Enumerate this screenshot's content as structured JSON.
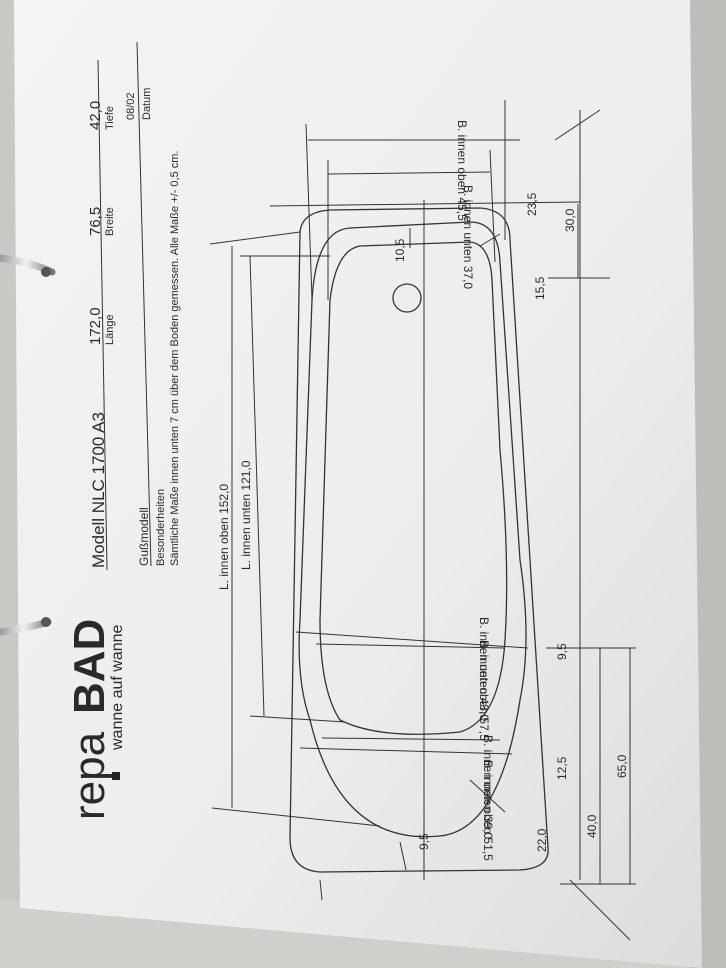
{
  "brand": {
    "logo_light": "repa",
    "logo_bold": "BAD",
    "tagline": "wanne auf wanne"
  },
  "header": {
    "model": "Modell  NLC 1700 A3",
    "length_value": "172,0",
    "length_label": "Länge",
    "width_value": "76,5",
    "width_label": "Breite",
    "depth_value": "42,0",
    "depth_label": "Tiefe",
    "date_value": "08/02",
    "date_label": "Datum",
    "type": "Gußmodell",
    "specials_label": "Besonderheiten",
    "note": "Sämtliche Maße innen unten 7 cm über dem Boden gemessen. Alle Maße +/- 0,5 cm."
  },
  "dimensions": {
    "len_top": "L. innen oben 152,0",
    "len_bottom": "L. innen unten 121,0",
    "w_head_top": "B. innen oben 45,5",
    "w_head_bottom": "B. innen unten 37,0",
    "w_mid_top": "B. innen oben 57,5",
    "w_mid_bottom": "B. innen unten 43,0",
    "w_foot_top": "B. innen oben 51,5",
    "w_foot_bottom": "B. innen unten 39,0",
    "d_10_5": "10,5",
    "d_15_5": "15,5",
    "d_23_5": "23,5",
    "d_30_0": "30,0",
    "d_9_5_a": "9,5",
    "d_9_5_b": "9,5",
    "d_12_5": "12,5",
    "d_22_0": "22,0",
    "d_40_0": "40,0",
    "d_65_0": "65,0"
  }
}
